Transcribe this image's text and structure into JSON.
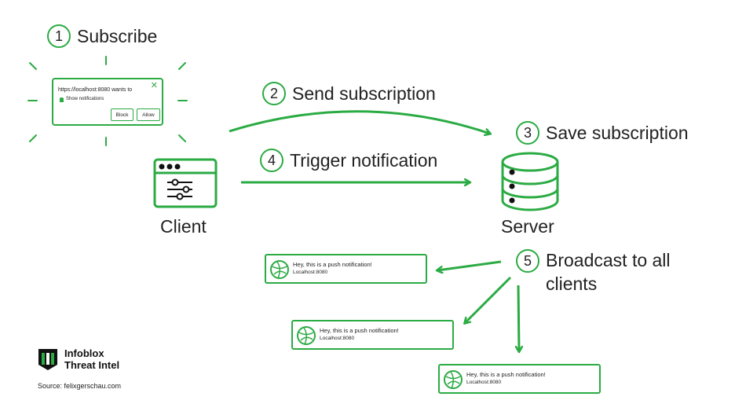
{
  "steps": [
    {
      "number": "1",
      "label": "Subscribe"
    },
    {
      "number": "2",
      "label": "Send subscription"
    },
    {
      "number": "3",
      "label": "Save subscription"
    },
    {
      "number": "4",
      "label": "Trigger notification"
    },
    {
      "number": "5",
      "label": "Broadcast to all clients"
    }
  ],
  "permission_dialog": {
    "url_text": "https://localhost:8080 wants to",
    "permission_text": "Show notifications",
    "block_label": "Block",
    "allow_label": "Allow",
    "close_glyph": "✕"
  },
  "nodes": {
    "client_label": "Client",
    "server_label": "Server"
  },
  "notification": {
    "message": "Hey, this is a push notification!",
    "host": "Localhost:8080"
  },
  "brand": {
    "line1": "Infoblox",
    "line2": "Threat Intel"
  },
  "source": "Source: felixgerschau.com",
  "colors": {
    "accent": "#2bab43",
    "text": "#222222",
    "background": "#ffffff"
  },
  "icons": [
    "browser-window-icon",
    "database-icon",
    "globe-icon",
    "bell-icon",
    "infoblox-logo-icon"
  ]
}
